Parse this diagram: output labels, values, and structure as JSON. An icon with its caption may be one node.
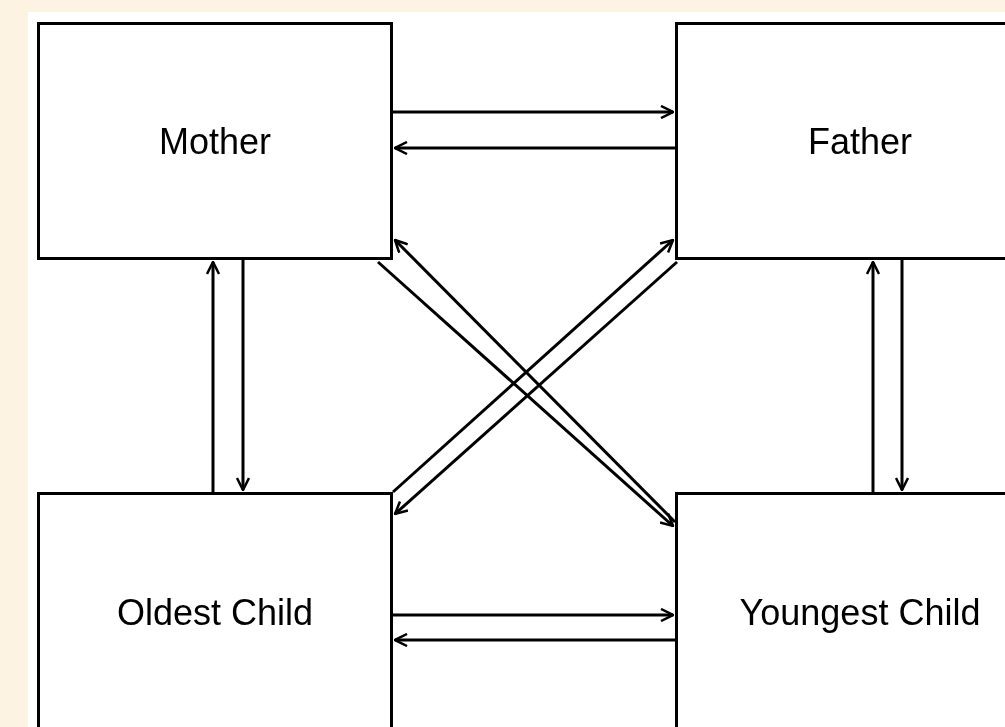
{
  "diagram": {
    "nodes": [
      {
        "text": [
          "Mother"
        ]
      },
      {
        "text": [
          "Father"
        ]
      },
      {
        "text": [
          "Oldest Child"
        ]
      },
      {
        "text": [
          "Youngest Child"
        ]
      }
    ],
    "edges": [
      {
        "from": 0,
        "to": 1,
        "arrow": "to"
      },
      {
        "from": 1,
        "to": 0,
        "arrow": "to"
      },
      {
        "from": 2,
        "to": 0,
        "arrow": "to"
      },
      {
        "from": 0,
        "to": 2,
        "arrow": "to"
      },
      {
        "from": 1,
        "to": 3,
        "arrow": "to"
      },
      {
        "from": 3,
        "to": 1,
        "arrow": "to"
      },
      {
        "from": 2,
        "to": 3,
        "arrow": "to"
      },
      {
        "from": 3,
        "to": 2,
        "arrow": "to"
      },
      {
        "from": 3,
        "to": 0,
        "arrow": "to"
      },
      {
        "from": 0,
        "to": 3,
        "arrow": "to"
      },
      {
        "from": 2,
        "to": 1,
        "arrow": "to"
      },
      {
        "from": 1,
        "to": 2,
        "arrow": "to"
      }
    ]
  }
}
